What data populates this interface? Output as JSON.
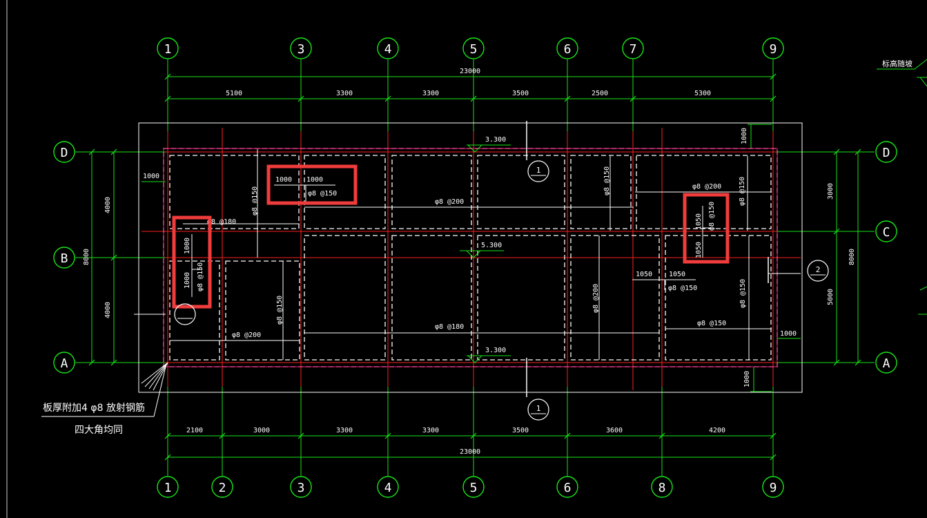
{
  "drawing": {
    "top_axes": [
      "1",
      "3",
      "4",
      "5",
      "6",
      "7",
      "9"
    ],
    "bottom_axes": [
      "1",
      "2",
      "3",
      "4",
      "5",
      "6",
      "8",
      "9"
    ],
    "side_axes": [
      "D",
      "C",
      "B",
      "A"
    ],
    "top_total": "23000",
    "top_spans": [
      "5100",
      "3300",
      "3300",
      "3500",
      "2500",
      "5300"
    ],
    "bottom_total": "23000",
    "bottom_spans": [
      "2100",
      "3000",
      "3300",
      "3300",
      "3500",
      "3600",
      "4200"
    ],
    "left_outer": "8000",
    "left_spans": [
      "4000",
      "4000"
    ],
    "right_outer": "8000",
    "right_spans": [
      "3000",
      "5000"
    ],
    "elevation_label": "标高随坡",
    "elevations": [
      "3.300",
      "5.300",
      "3.300"
    ],
    "offsets": {
      "left_top": "1000",
      "right_top": "1000",
      "right_bottom": "1000",
      "bottom_right": "1000"
    },
    "rebar": {
      "r1": "φ8 @180",
      "r2": "φ8 @150",
      "r3": "φ8 @200",
      "r4": "φ8 @150",
      "r5": "φ8 @200",
      "r6": "φ8 @150",
      "r7": "φ8 @150",
      "r8": "φ8 @200",
      "r9": "φ8 @200",
      "r10": "φ8 @180",
      "r11": "φ8 @200",
      "r12": "φ8 @150",
      "r13": "φ8 @150",
      "r14": "φ8 @150",
      "r15": "φ8 @150"
    },
    "hl_top": {
      "a": "1000",
      "b": "1000",
      "rebar": "φ8 @150"
    },
    "hl_left": {
      "a": "1000",
      "b": "1000",
      "rebar": "φ8 @150"
    },
    "hl_right": {
      "a": "1050",
      "b": "1050",
      "rebar": "φ8 @150"
    },
    "mid_right": {
      "a": "1050",
      "b": "1050"
    },
    "section_marks": [
      "1",
      "1",
      "2"
    ],
    "note_line1": "板厚附加4 φ8 放射钢筋",
    "note_line2": "四大角均同"
  },
  "colors": {
    "background": "#000000",
    "axis_line": "#ff2020",
    "grid": "#19e619",
    "slab": "#ffffff",
    "highlight": "#f03c3c"
  }
}
